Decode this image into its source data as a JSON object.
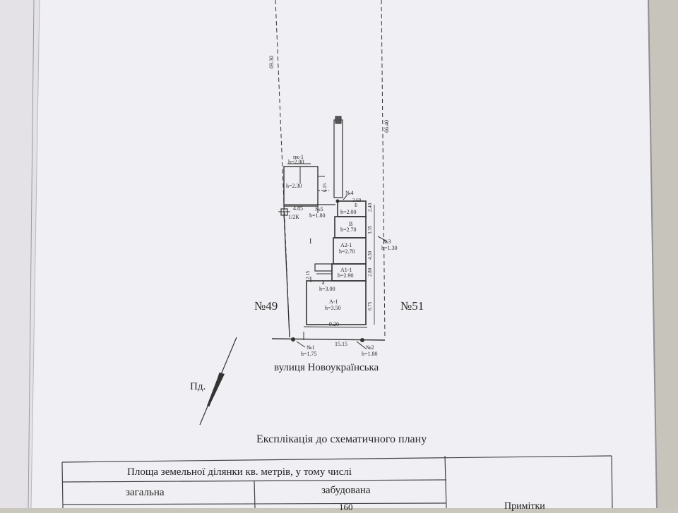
{
  "plan": {
    "neighbor_left": "№49",
    "neighbor_right": "№51",
    "street": "вулиця Новоукраїнська",
    "north_label": "Пд.",
    "side_length_left": "69.30",
    "side_length_right": "66.40",
    "width_front": "15.15",
    "width_inner": "9.20",
    "annotations": {
      "cellar": "пк-1",
      "cellar_height": "h=2.00",
      "shed_height": "h=2.30",
      "shed_depth": "6.15",
      "shed_width": "4.85",
      "n4": "№4",
      "n4_len": "3.60",
      "b_label": "Б",
      "b_height": "h=2.00",
      "b_side": "2.40",
      "n5": "№5",
      "n5_height": "h=1.80",
      "well": "1/2К",
      "v_label": "В",
      "v_height": "h=2.70",
      "v_side": "3.35",
      "a21_label": "А2-1",
      "a21_height": "h=2.70",
      "a21_side": "4.30",
      "plot": "І",
      "n3": "№3",
      "n3_height": "h=1.30",
      "a11_label": "А1-1",
      "a11_height": "h=2.90",
      "a11_side": "2.80",
      "a_small": "а",
      "a_small_height": "h=3.00",
      "a_small_len": "2.15",
      "a1_label": "А-1",
      "a1_height": "h=3.50",
      "a1_side": "6.75",
      "n1": "№1",
      "n1_height": "h=1.75",
      "n2": "№2",
      "n2_height": "h=1.80"
    }
  },
  "explication": {
    "title": "Експлікація до схематичного плану",
    "header": "Площа земельної ділянки кв. метрів, у тому числі",
    "col_total": "загальна",
    "col_built": "забудована",
    "partial_value": "160",
    "partial_right": "Примітки"
  }
}
